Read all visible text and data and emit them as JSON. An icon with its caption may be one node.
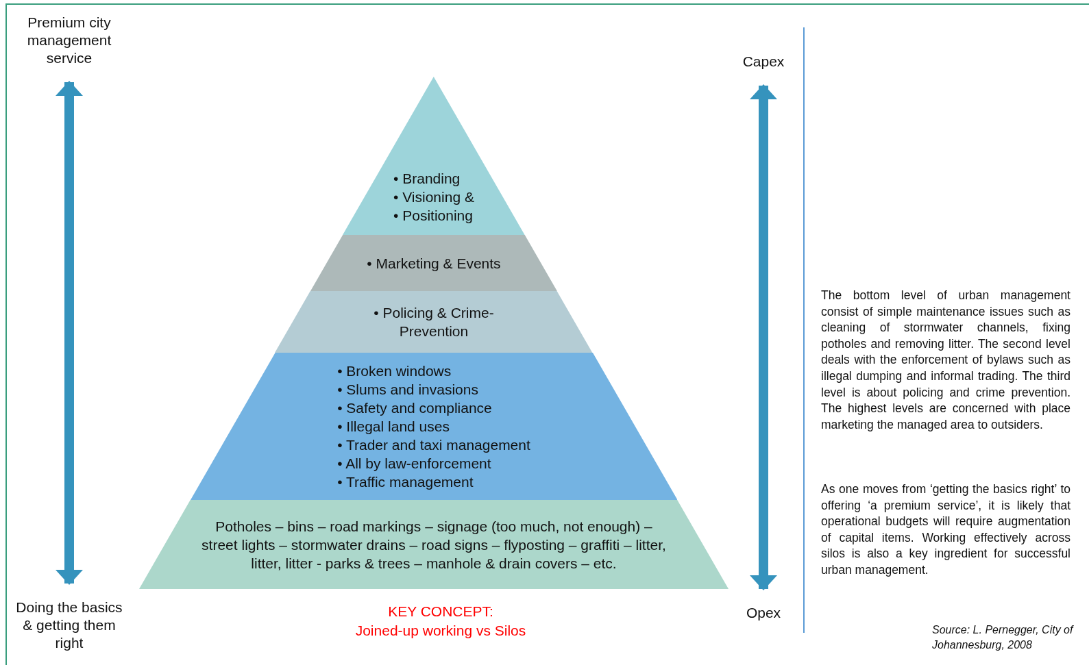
{
  "diagram": {
    "nodes": [
      {
        "text": [
          "Premium city management service"
        ]
      },
      {
        "text": [
          "Doing the basics & getting them right"
        ]
      },
      {
        "text": [
          "Capex"
        ]
      },
      {
        "text": [
          "Opex"
        ]
      },
      {
        "text": [
          "• Branding",
          "• Visioning &",
          "• Positioning"
        ]
      },
      {
        "text": [
          "• Marketing & Events"
        ]
      },
      {
        "text": [
          "• Policing & Crime-Prevention"
        ]
      },
      {
        "text": [
          "• Broken windows",
          "• Slums and invasions",
          "• Safety and compliance",
          "• Illegal land uses",
          "• Trader and taxi management",
          "• All by law-enforcement",
          "• Traffic management"
        ]
      },
      {
        "text": [
          "Potholes – bins – road markings – signage (too much, not enough) – street lights – stormwater drains – road signs – flyposting – graffiti – litter, litter, litter -  parks & trees – manhole & drain covers – etc."
        ]
      }
    ],
    "edges": [
      {
        "from": 0,
        "to": 1,
        "arrow": "both"
      },
      {
        "from": 2,
        "to": 3,
        "arrow": "both"
      }
    ],
    "labels": [
      "KEY CONCEPT:",
      "Joined-up working vs Silos",
      "The bottom level of urban management consist of simple maintenance issues such as cleaning of stormwater channels, fixing potholes and removing litter. The second level deals with the enforcement of bylaws such as illegal dumping and informal trading. The third level is about policing and crime prevention. The highest levels are concerned with place marketing the managed area to outsiders.",
      "As one moves from ‘getting the basics right’ to offering ‘a premium service’, it is likely that operational budgets will require augmentation of capital items. Working effectively across silos is also a key ingredient for successful urban management.",
      "Source: L. Pernegger, City of Johannesburg, 2008"
    ]
  }
}
